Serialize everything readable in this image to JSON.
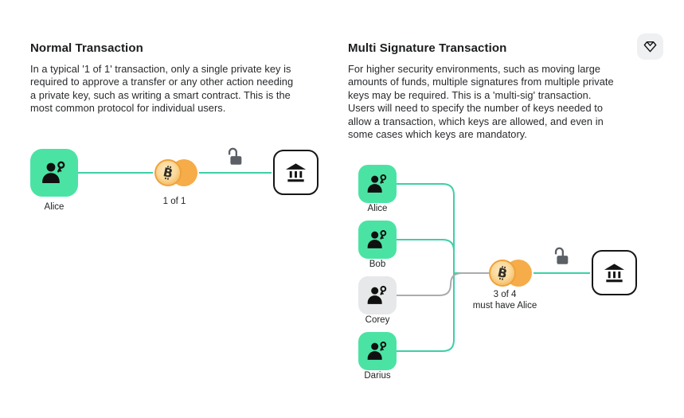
{
  "toolbar": {
    "gem_button": {
      "icon": "gem-icon",
      "background": "#eef0f1"
    }
  },
  "left_section": {
    "title": "Normal Transaction",
    "description": "In a typical '1 of 1' transaction, only a single private key is\nrequired to approve a transfer or any other action needing\na private key, such as writing a smart contract. This is the\nmost common protocol for individual users.",
    "diagram": {
      "sender": {
        "name": "Alice",
        "highlighted": true
      },
      "coin_label": "1 of 1",
      "lock_state": "unlocked",
      "receiver": "bank"
    }
  },
  "right_section": {
    "title": "Multi Signature Transaction",
    "description": "For higher security environments, such as moving large\namounts of funds, multiple signatures from multiple private\nkeys may be required. This is a 'multi-sig' transaction.\nUsers will need to specify the number of keys needed to\nallow a transaction, which keys are allowed, and even in\nsome cases which keys are mandatory.",
    "diagram": {
      "signers": [
        {
          "name": "Alice",
          "highlighted": true
        },
        {
          "name": "Bob",
          "highlighted": true
        },
        {
          "name": "Corey",
          "highlighted": false
        },
        {
          "name": "Darius",
          "highlighted": true
        }
      ],
      "coin_label_line1": "3 of 4",
      "coin_label_line2": "must have Alice",
      "lock_state": "unlocked",
      "receiver": "bank"
    }
  },
  "colors": {
    "accent_green": "#4be3a4",
    "line_green": "#3fcfa6",
    "neutral_gray": "#e6e8e9",
    "line_gray": "#a9acaf",
    "coin_orange": "#f5ac49",
    "coin_border": "#efa23c",
    "lock_gray": "#5b6066",
    "ink": "#161616"
  }
}
